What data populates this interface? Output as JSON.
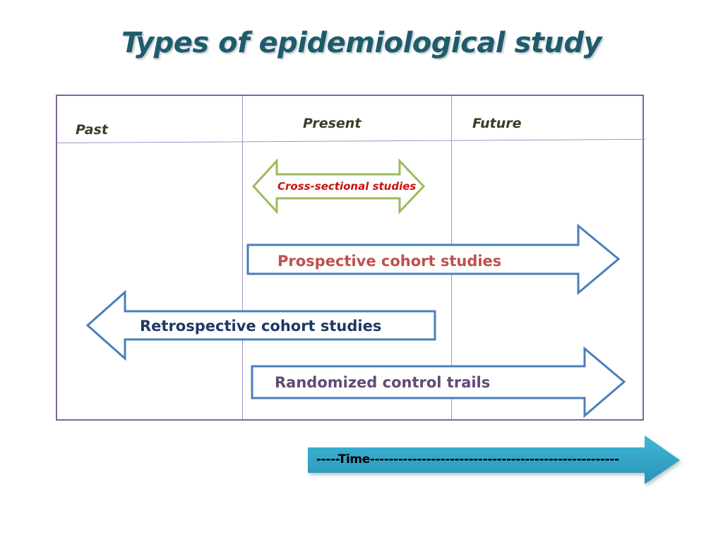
{
  "slide": {
    "title": "Types of epidemiological study",
    "title_color": "#1F5C6B",
    "background": "#FFFFFF"
  },
  "matrix": {
    "border_color": "#8064A2",
    "divider_color": "#A393C4",
    "columns": [
      {
        "id": "past",
        "label": "Past"
      },
      {
        "id": "present",
        "label": "Present"
      },
      {
        "id": "future",
        "label": "Future"
      }
    ]
  },
  "study_arrows": [
    {
      "id": "cross-sectional",
      "label": "Cross-sectional studies",
      "direction": "double",
      "outline_color": "#9BBB59",
      "text_color": "#CC1111",
      "spans": [
        "present"
      ]
    },
    {
      "id": "prospective-cohort",
      "label": "Prospective cohort studies",
      "direction": "right",
      "outline_color": "#4A7EBB",
      "text_color": "#BF504D",
      "spans": [
        "present",
        "future"
      ]
    },
    {
      "id": "retrospective-cohort",
      "label": "Retrospective cohort studies",
      "direction": "left",
      "outline_color": "#4A7EBB",
      "text_color": "#1F3864",
      "spans": [
        "past",
        "present"
      ]
    },
    {
      "id": "randomized-control-trails",
      "label": "Randomized control trails",
      "direction": "right",
      "outline_color": "#4A7EBB",
      "text_color": "#5F4B77",
      "spans": [
        "present",
        "future"
      ]
    }
  ],
  "time_axis": {
    "label": "-----Time-----------------------------------------------------",
    "direction": "right",
    "fill_color": "#35AACB",
    "text_color": "#000000"
  }
}
